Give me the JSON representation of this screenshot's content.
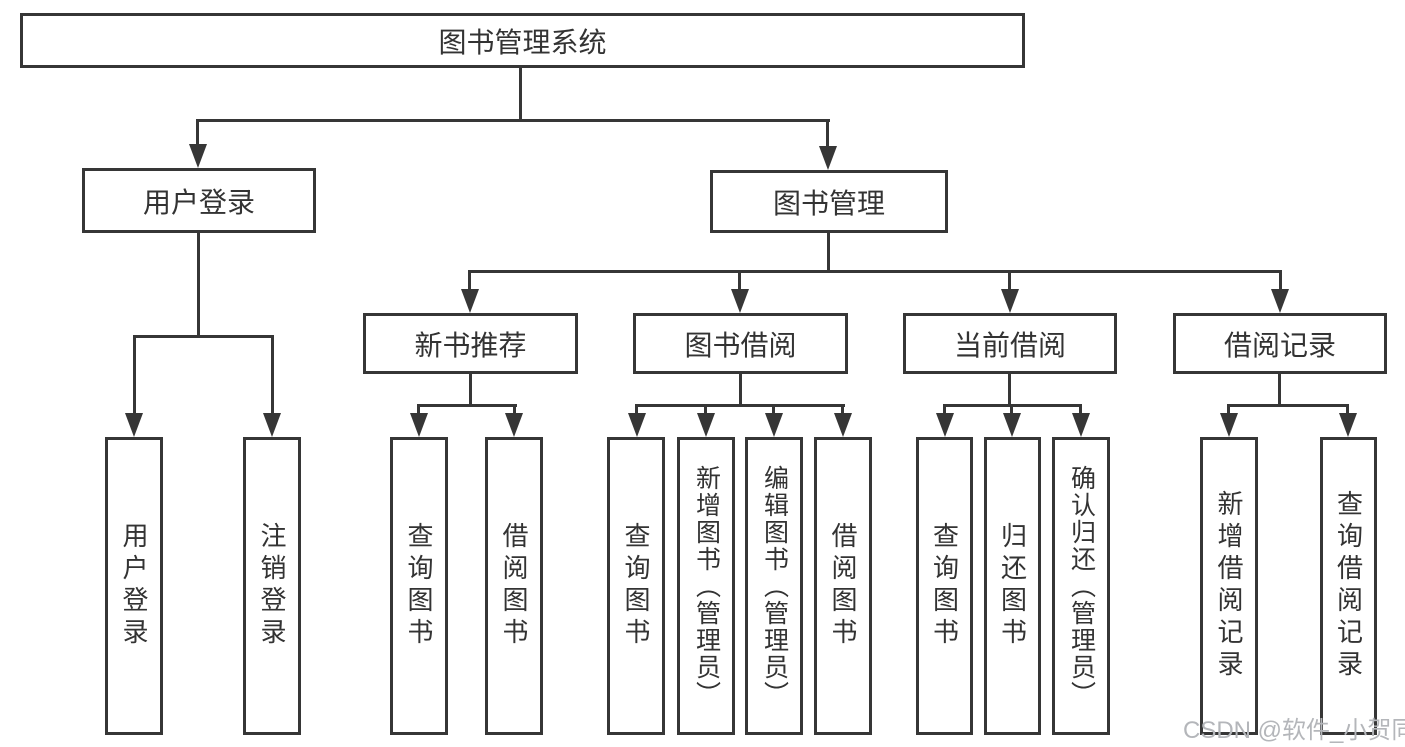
{
  "tree": {
    "label": "图书管理系统",
    "children": [
      {
        "label": "用户登录",
        "children": [
          {
            "label": "用户登录"
          },
          {
            "label": "注销登录"
          }
        ]
      },
      {
        "label": "图书管理",
        "children": [
          {
            "label": "新书推荐",
            "children": [
              {
                "label": "查询图书"
              },
              {
                "label": "借阅图书"
              }
            ]
          },
          {
            "label": "图书借阅",
            "children": [
              {
                "label": "查询图书"
              },
              {
                "label": "新增图书（管理员）"
              },
              {
                "label": "编辑图书（管理员）"
              },
              {
                "label": "借阅图书"
              }
            ]
          },
          {
            "label": "当前借阅",
            "children": [
              {
                "label": "查询图书"
              },
              {
                "label": "归还图书"
              },
              {
                "label": "确认归还（管理员）"
              }
            ]
          },
          {
            "label": "借阅记录",
            "children": [
              {
                "label": "新增借阅记录"
              },
              {
                "label": "查询借阅记录"
              }
            ]
          }
        ]
      }
    ]
  },
  "watermark": {
    "text": "CSDN @软件_小贺同学"
  },
  "colors": {
    "line": "#363636",
    "text": "#333333",
    "watermark": "#b4b6ba",
    "background": "#ffffff"
  }
}
